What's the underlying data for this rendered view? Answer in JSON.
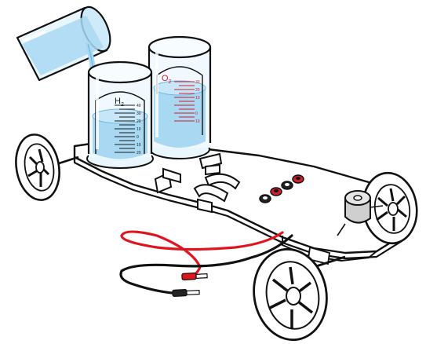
{
  "illustration": {
    "left_cylinder_label": "H",
    "left_cylinder_subscript": "2",
    "right_cylinder_label": "O",
    "right_cylinder_subscript": "2",
    "left_scale_marks": [
      "40",
      "30",
      "20",
      "10",
      "0",
      "10",
      "20"
    ],
    "right_scale_marks": [
      "30",
      "20",
      "10",
      "0",
      "10"
    ]
  },
  "colors": {
    "water": "#a9d8f2",
    "water_dark": "#6fb8e6",
    "outline": "#111111",
    "red_wire": "#e0141c",
    "black_wire": "#111111",
    "h2_scale": "#1a1a1a",
    "o2_scale": "#d0202a",
    "terminal_red": "#d0202a",
    "motor_gray": "#cfcfcf"
  }
}
